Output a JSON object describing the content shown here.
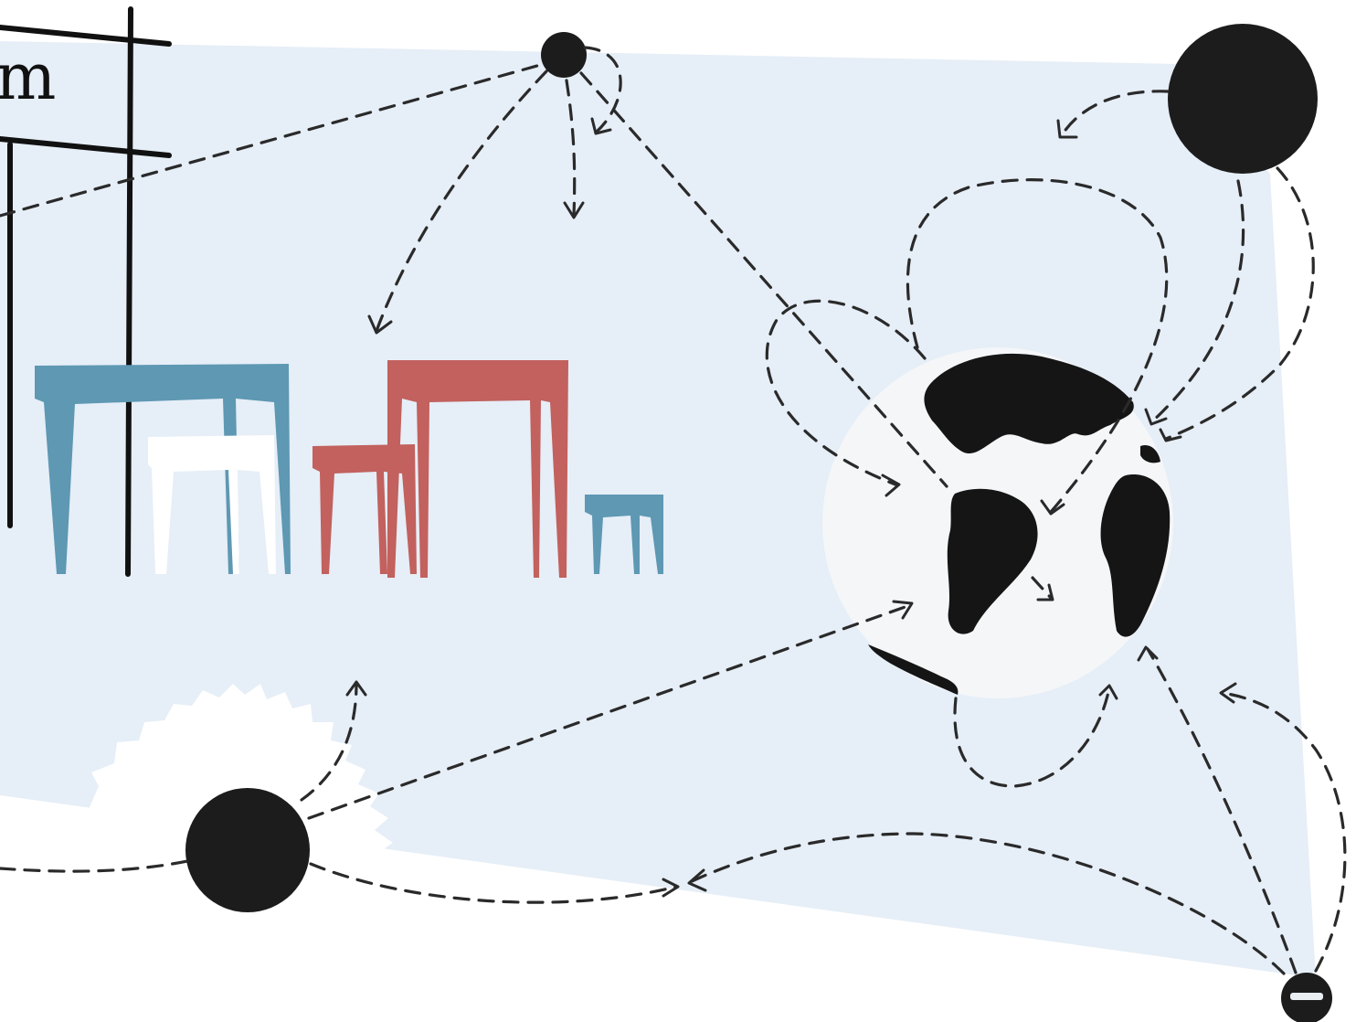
{
  "illustration": {
    "colors": {
      "background": "#ffffff",
      "backdrop": "#e6eef7",
      "blue": "#5e98b3",
      "red": "#c2615e",
      "white_furniture": "#ffffff",
      "ink": "#1c1c1c",
      "globe_water": "#f4f6f8",
      "globe_land": "#151515"
    },
    "sign": {
      "text": "m"
    },
    "icons": [
      "node-dot",
      "globe-icon",
      "table-icon",
      "stool-icon",
      "arrow-icon",
      "starburst-shape"
    ]
  }
}
